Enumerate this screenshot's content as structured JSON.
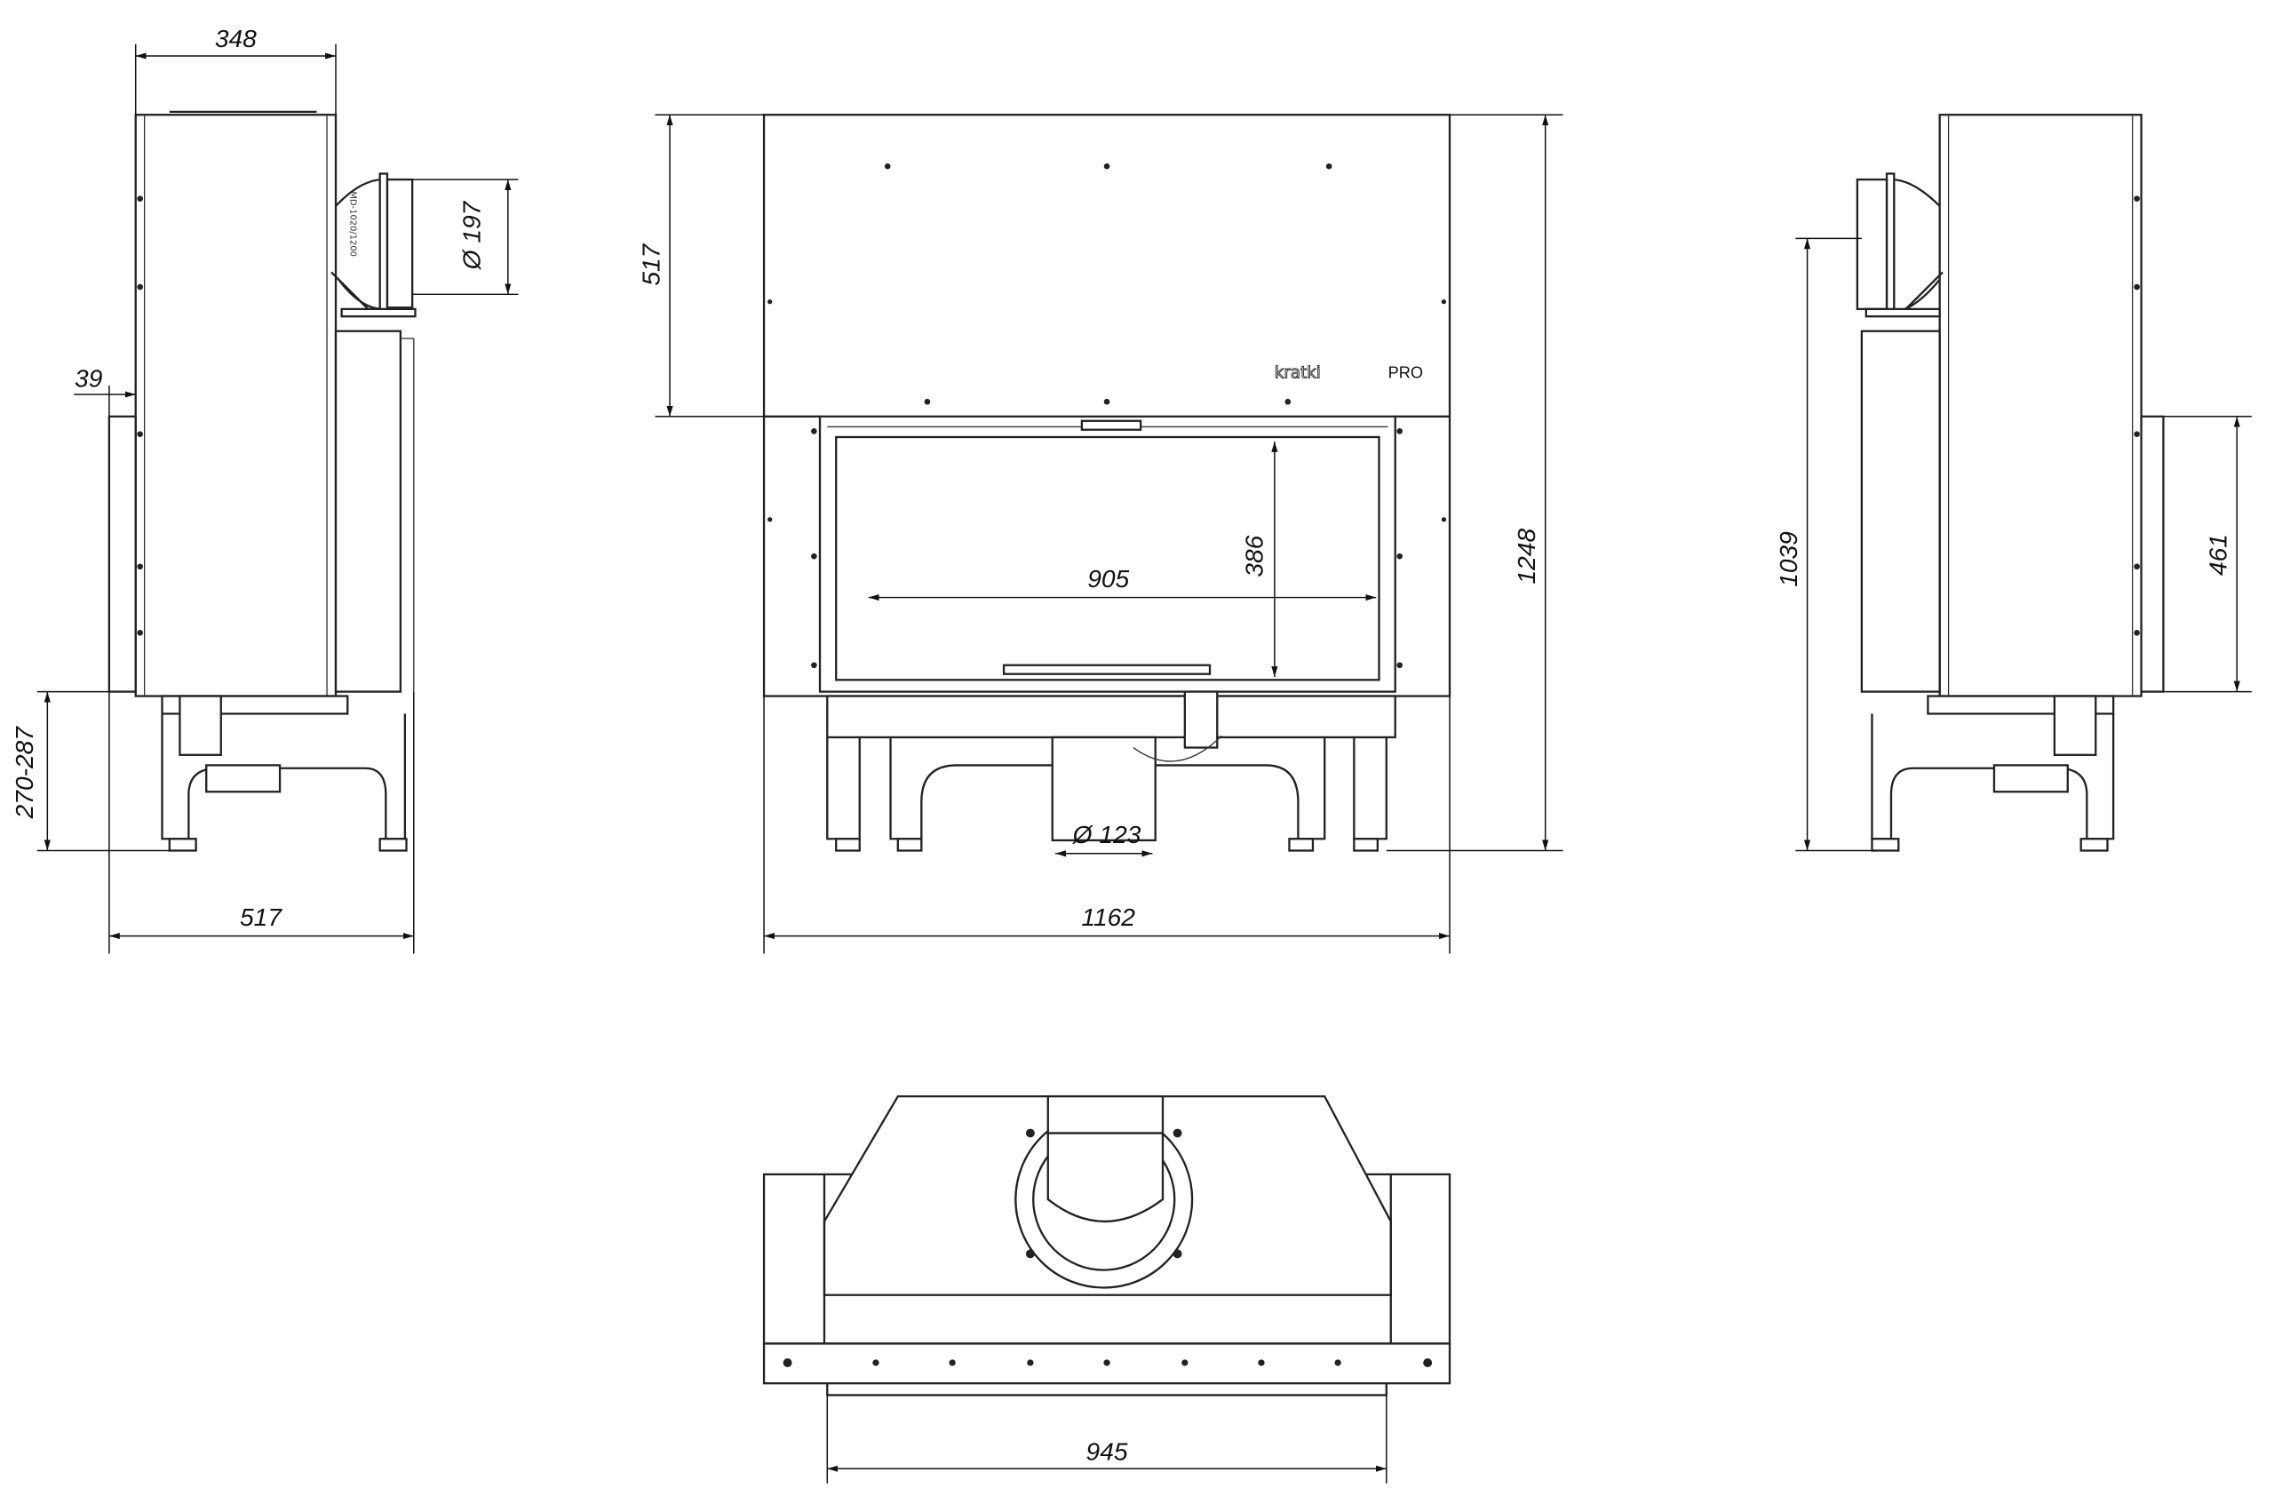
{
  "title": "Fireplace insert technical drawing",
  "logo": {
    "brand": "kratki",
    "suffix": "PRO"
  },
  "side_left": {
    "width_top": "348",
    "flue_diameter": "Ø 197",
    "front_offset": "39",
    "leg_height": "270-287",
    "depth": "517",
    "flue_label": "MD-1020/1200"
  },
  "front": {
    "upper_height": "517",
    "glass_width": "905",
    "glass_height": "386",
    "total_height": "1248",
    "total_width": "1162",
    "air_inlet": "Ø 123"
  },
  "side_right": {
    "flue_center_height": "1039",
    "door_height": "461"
  },
  "top": {
    "inner_width": "945"
  }
}
